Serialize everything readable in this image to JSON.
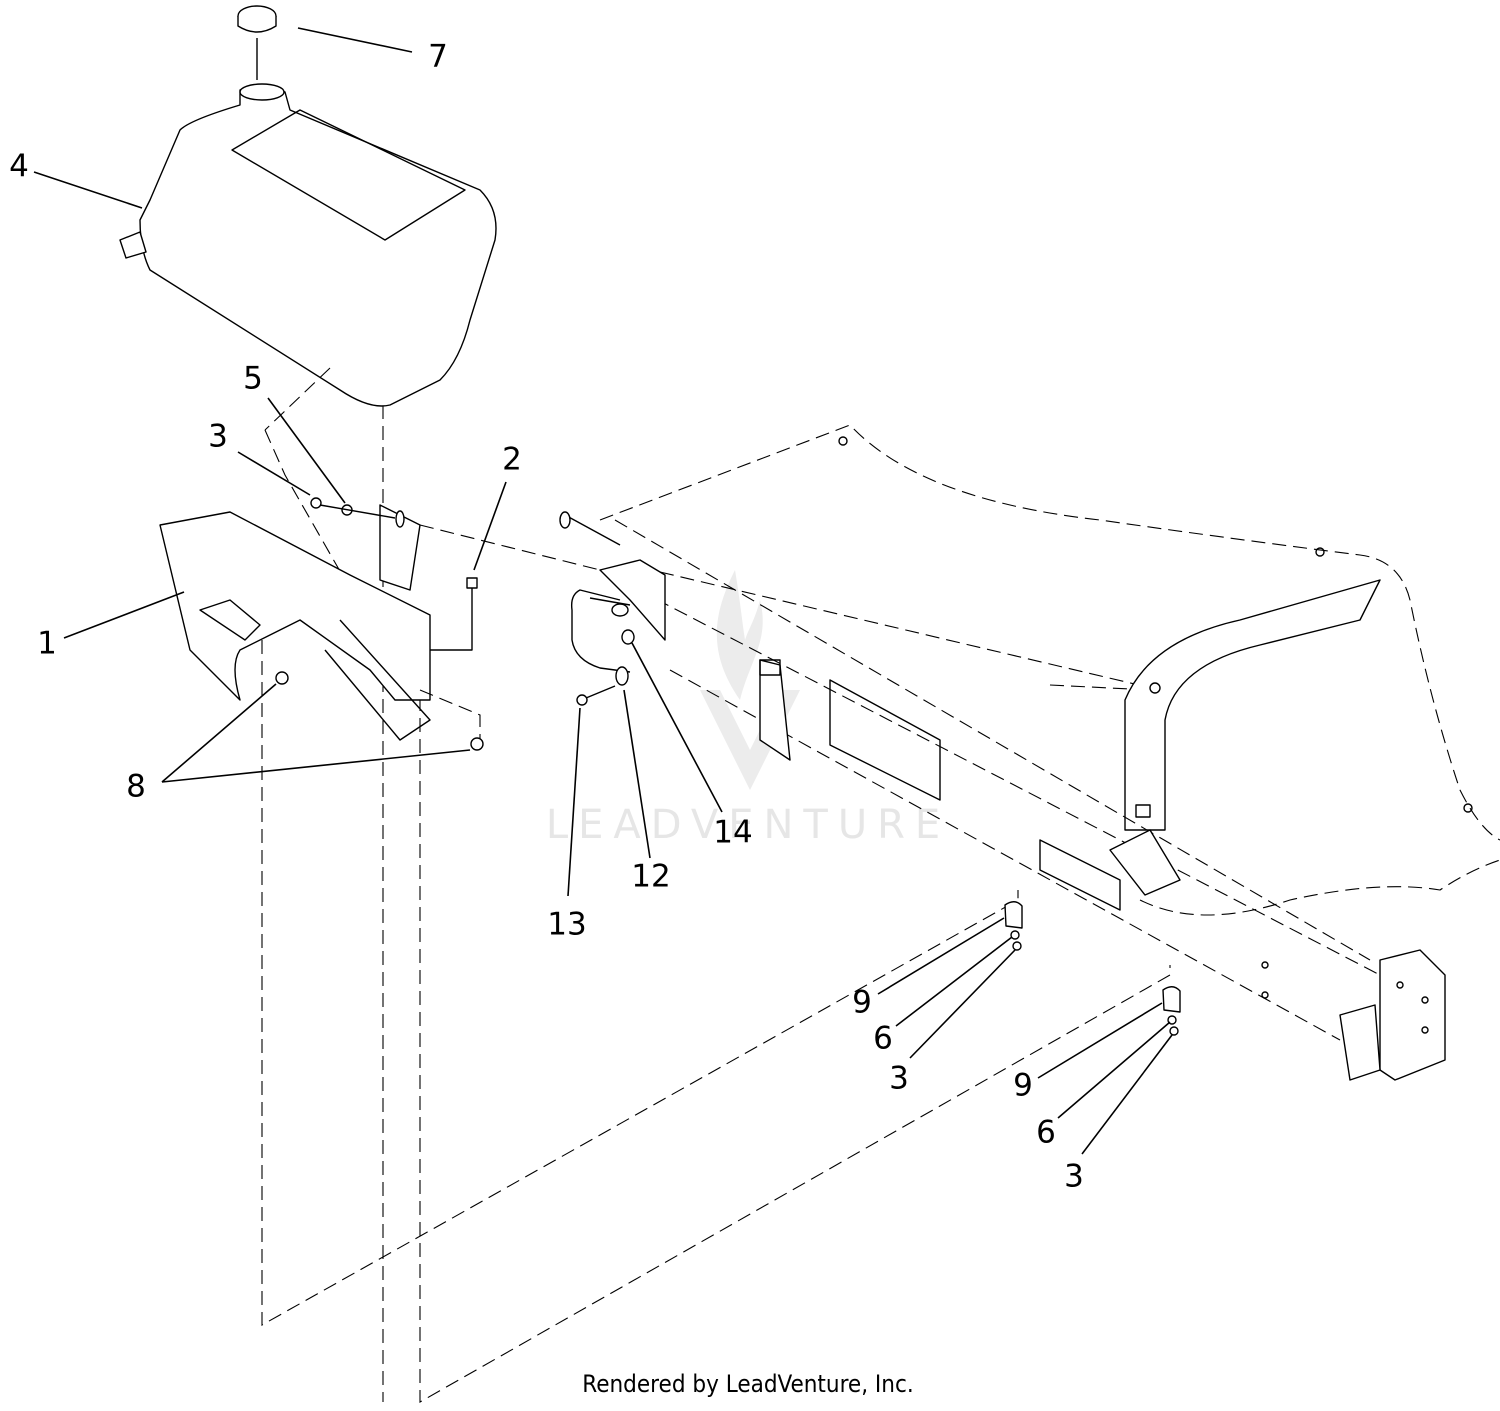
{
  "callouts": [
    {
      "label": "7"
    },
    {
      "label": "4"
    },
    {
      "label": "5"
    },
    {
      "label": "3"
    },
    {
      "label": "2"
    },
    {
      "label": "1"
    },
    {
      "label": "8"
    },
    {
      "label": "14"
    },
    {
      "label": "12"
    },
    {
      "label": "13"
    },
    {
      "label": "9"
    },
    {
      "label": "6"
    },
    {
      "label": "3"
    },
    {
      "label": "9"
    },
    {
      "label": "6"
    },
    {
      "label": "3"
    }
  ],
  "watermark": {
    "text": "LEADVENTURE"
  },
  "footer": {
    "text": "Rendered by LeadVenture, Inc."
  },
  "colors": {
    "ink": "#000000",
    "watermark": "#e6e6e6",
    "background": "#ffffff"
  }
}
